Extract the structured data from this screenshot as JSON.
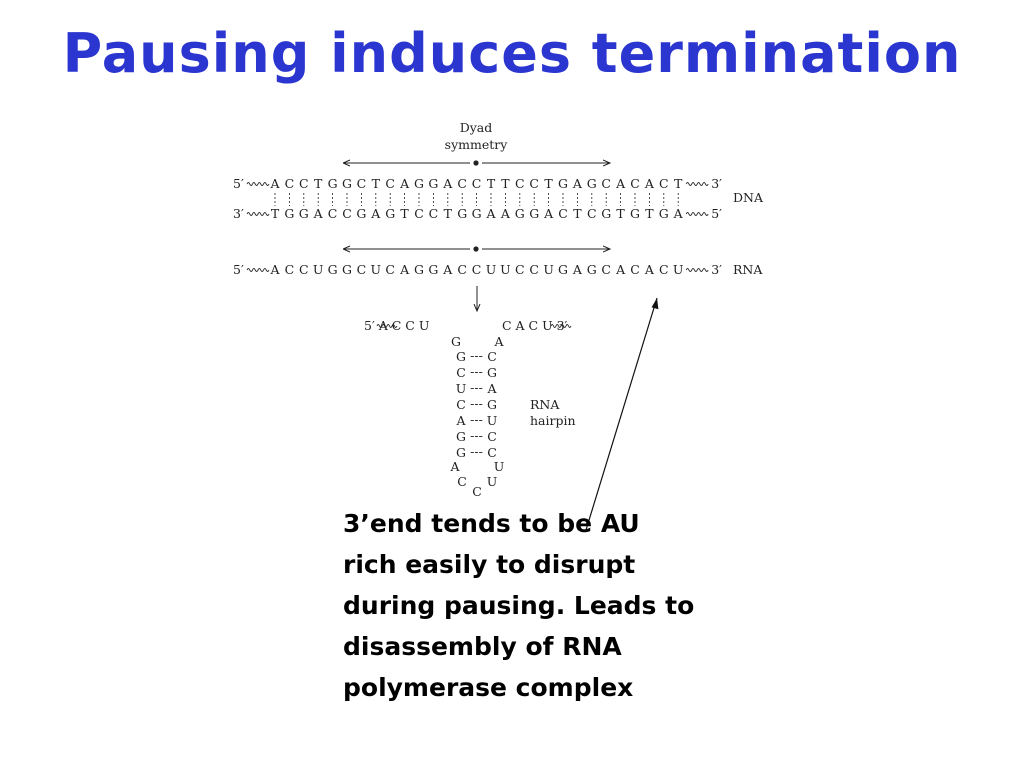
{
  "title": "Pausing induces termination",
  "colors": {
    "title": "#2b35cf",
    "dna_repeat": "#d4267e",
    "rna_repeat": "#2bb5e0",
    "text": "#222222"
  },
  "diagram": {
    "dyad_label": [
      "Dyad",
      "symmetry"
    ],
    "dna_label": "DNA",
    "rna_label": "RNA",
    "hairpin_label": [
      "RNA",
      "hairpin"
    ],
    "dna_top": {
      "prefix": "5′",
      "suffix": "3′",
      "bases": [
        {
          "b": "A",
          "c": "k"
        },
        {
          "b": "C",
          "c": "k"
        },
        {
          "b": "C",
          "c": "k"
        },
        {
          "b": "T",
          "c": "k"
        },
        {
          "b": "G",
          "c": "k"
        },
        {
          "b": "G",
          "c": "m"
        },
        {
          "b": "C",
          "c": "m"
        },
        {
          "b": "T",
          "c": "m"
        },
        {
          "b": "C",
          "c": "m"
        },
        {
          "b": "A",
          "c": "m"
        },
        {
          "b": "G",
          "c": "m"
        },
        {
          "b": "G",
          "c": "m"
        },
        {
          "b": "A",
          "c": "k"
        },
        {
          "b": "C",
          "c": "k"
        },
        {
          "b": "C",
          "c": "k"
        },
        {
          "b": "T",
          "c": "k"
        },
        {
          "b": "T",
          "c": "k"
        },
        {
          "b": "C",
          "c": "m"
        },
        {
          "b": "C",
          "c": "m"
        },
        {
          "b": "T",
          "c": "m"
        },
        {
          "b": "G",
          "c": "m"
        },
        {
          "b": "A",
          "c": "m"
        },
        {
          "b": "G",
          "c": "m"
        },
        {
          "b": "C",
          "c": "m"
        },
        {
          "b": "A",
          "c": "k"
        },
        {
          "b": "C",
          "c": "k"
        },
        {
          "b": "A",
          "c": "k"
        },
        {
          "b": "C",
          "c": "k"
        },
        {
          "b": "T",
          "c": "k"
        }
      ]
    },
    "dna_bottom": {
      "prefix": "3′",
      "suffix": "5′",
      "bases": "TGGACCGAGTCCTGGAAGGACTCGTGTGA"
    },
    "rna": {
      "prefix": "5′",
      "suffix": "3′",
      "bases": [
        {
          "b": "A",
          "c": "k"
        },
        {
          "b": "C",
          "c": "k"
        },
        {
          "b": "C",
          "c": "k"
        },
        {
          "b": "U",
          "c": "k"
        },
        {
          "b": "G",
          "c": "k"
        },
        {
          "b": "G",
          "c": "c"
        },
        {
          "b": "C",
          "c": "c"
        },
        {
          "b": "U",
          "c": "c"
        },
        {
          "b": "C",
          "c": "c"
        },
        {
          "b": "A",
          "c": "c"
        },
        {
          "b": "G",
          "c": "c"
        },
        {
          "b": "G",
          "c": "c"
        },
        {
          "b": "A",
          "c": "k"
        },
        {
          "b": "C",
          "c": "k"
        },
        {
          "b": "C",
          "c": "k"
        },
        {
          "b": "U",
          "c": "k"
        },
        {
          "b": "U",
          "c": "k"
        },
        {
          "b": "C",
          "c": "c"
        },
        {
          "b": "C",
          "c": "c"
        },
        {
          "b": "U",
          "c": "c"
        },
        {
          "b": "G",
          "c": "c"
        },
        {
          "b": "A",
          "c": "c"
        },
        {
          "b": "G",
          "c": "c"
        },
        {
          "b": "C",
          "c": "c"
        },
        {
          "b": "A",
          "c": "k"
        },
        {
          "b": "C",
          "c": "k"
        },
        {
          "b": "A",
          "c": "k"
        },
        {
          "b": "C",
          "c": "k"
        },
        {
          "b": "U",
          "c": "k"
        }
      ]
    },
    "hairpin": {
      "top_left": "5′〰A C C U",
      "top_right": "C A C U〰 3′",
      "unpaired_top": [
        "G",
        "A"
      ],
      "stem": [
        [
          "G",
          "C"
        ],
        [
          "C",
          "G"
        ],
        [
          "U",
          "A"
        ],
        [
          "C",
          "G"
        ],
        [
          "A",
          "U"
        ],
        [
          "G",
          "C"
        ],
        [
          "G",
          "C"
        ]
      ],
      "pair_mark": "---",
      "loop_side": [
        "A",
        "U"
      ],
      "loop_lower": [
        "C",
        "U"
      ],
      "loop_bottom": "C"
    }
  },
  "caption": [
    "3’end tends to be AU",
    "rich easily to disrupt",
    "during pausing. Leads to",
    "disassembly of RNA",
    "polymerase complex"
  ]
}
